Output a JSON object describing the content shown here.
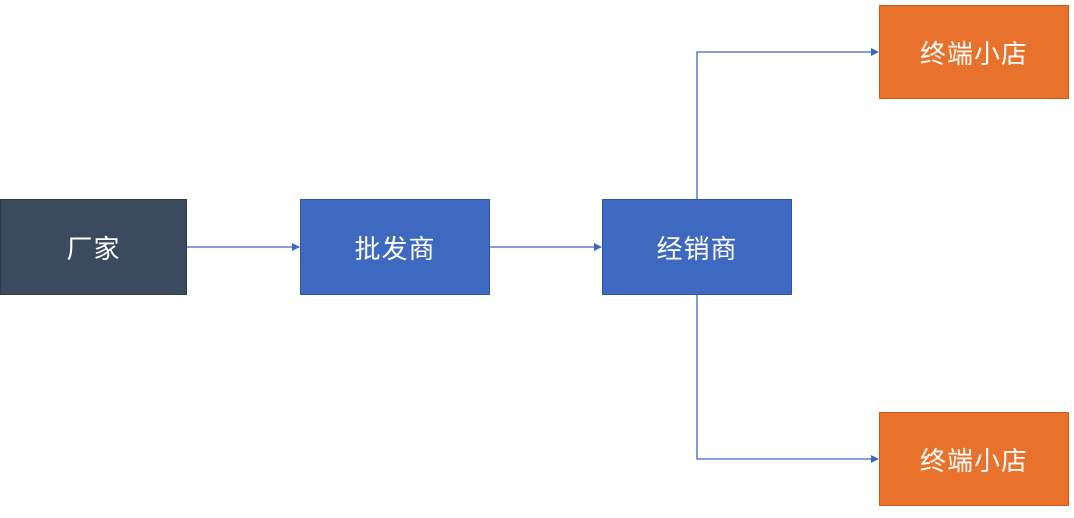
{
  "colors": {
    "factory_fill": "#3b4a5e",
    "factory_border": "#2c3a4b",
    "blue_fill": "#3f68c0",
    "blue_border": "#2f55a8",
    "orange_fill": "#e8712b",
    "orange_border": "#c95a19",
    "connector": "#3a66c4"
  },
  "nodes": {
    "factory": "厂家",
    "wholesaler": "批发商",
    "distributor": "经销商",
    "shop_top": "终端小店",
    "shop_bottom": "终端小店"
  }
}
